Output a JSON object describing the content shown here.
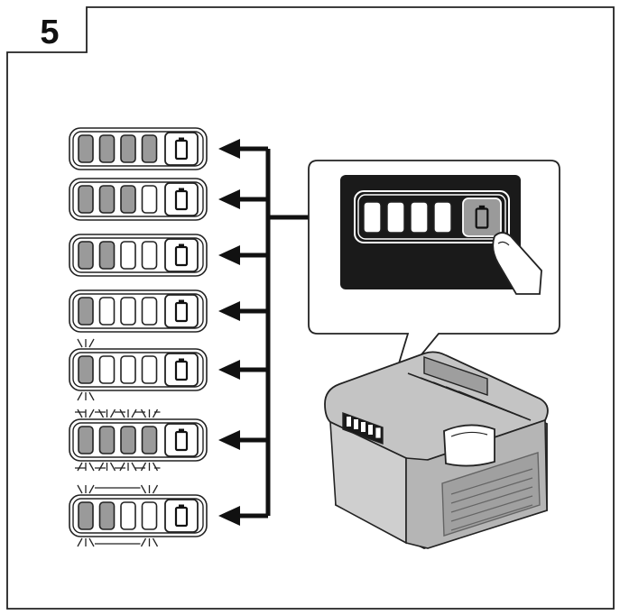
{
  "figure": {
    "number": "5"
  },
  "indicator": {
    "segment_count": 4,
    "states": [
      {
        "lit": 4,
        "blink": "none"
      },
      {
        "lit": 3,
        "blink": "none"
      },
      {
        "lit": 2,
        "blink": "none"
      },
      {
        "lit": 1,
        "blink": "none"
      },
      {
        "lit": 1,
        "blink": "first"
      },
      {
        "lit": 4,
        "blink": "all"
      },
      {
        "lit": 2,
        "blink": "outer"
      }
    ],
    "callout_panel": {
      "lit": 0
    }
  },
  "icons": {
    "check_button": "battery-icon",
    "finger": "finger-press-icon",
    "product": "battery-pack-icon"
  },
  "colors": {
    "lit_segment": "#9a9a9a",
    "panel_background": "#1a1a1a",
    "line": "#111111"
  }
}
